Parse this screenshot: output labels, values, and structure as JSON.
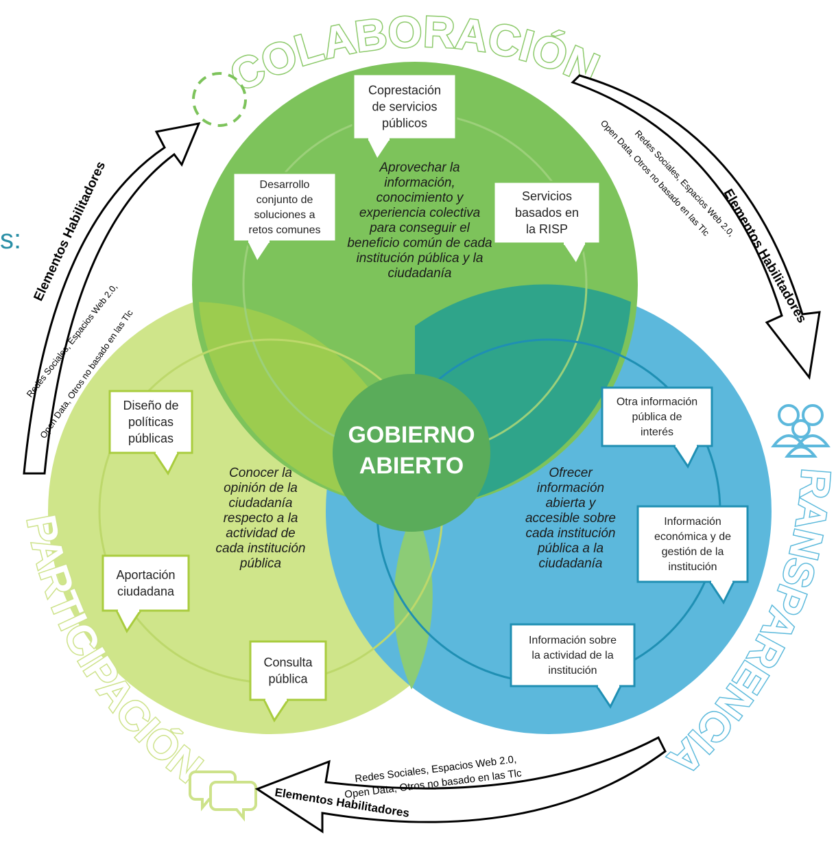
{
  "colors": {
    "green_dark": "#7dc35b",
    "green_light": "#cfe58a",
    "blue": "#5cb8dc",
    "center": "#5aac5a",
    "colaboracion_outline": "#8cc96a",
    "participacion_outline": "#cde28a",
    "transparencia_outline": "#5bb9db",
    "partial_label_color": "#2a8fa6"
  },
  "partial_label": "s:",
  "headers": {
    "colaboracion": "COLABORACIÓN",
    "participacion": "PARTICIPACIÓN",
    "transparencia": "TRANSPARENCIA"
  },
  "icons": {
    "colaboracion": "dashed-circle-icon",
    "participacion": "speech-bubbles-icon",
    "transparencia": "people-group-icon"
  },
  "center": {
    "line1": "GOBIERNO",
    "line2": "ABIERTO"
  },
  "circle_texts": {
    "colaboracion": [
      "Aprovechar la",
      "información,",
      "conocimiento y",
      "experiencia colectiva",
      "para conseguir el",
      "beneficio común de cada",
      "institución pública y la",
      "ciudadanía"
    ],
    "participacion": [
      "Conocer la",
      "opinión de la",
      "ciudadanía",
      "respecto a la",
      "actividad de",
      "cada institución",
      "pública"
    ],
    "transparencia": [
      "Ofrecer",
      "información",
      "abierta y",
      "accesible sobre",
      "cada institución",
      "pública a la",
      "ciudadanía"
    ]
  },
  "bubbles": {
    "copr": [
      "Coprestación",
      "de servicios",
      "públicos"
    ],
    "desa": [
      "Desarrollo",
      "conjunto de",
      "soluciones a",
      "retos comunes"
    ],
    "serv": [
      "Servicios",
      "basados en",
      "la RISP"
    ],
    "dise": [
      "Diseño de",
      "políticas",
      "públicas"
    ],
    "apor": [
      "Aportación",
      "ciudadana"
    ],
    "cons": [
      "Consulta",
      "pública"
    ],
    "otra": [
      "Otra información",
      "pública de",
      "interés"
    ],
    "econ": [
      "Información",
      "económica y de",
      "gestión de la",
      "institución"
    ],
    "acti": [
      "Información sobre",
      "la actividad de la",
      "institución"
    ]
  },
  "arrows": {
    "left": {
      "title": "Elementos Habilitadores",
      "line1": "Redes Sociales, Espacios Web 2.0,",
      "line2": "Open Data, Otros no basado en las Tlc"
    },
    "right": {
      "title": "Elementos Habilitadores",
      "line1": "Redes Sociales, Espacios Web 2.0,",
      "line2": "Open Data, Otros no basado en las Tlc"
    },
    "bottom": {
      "title": "Elementos Habilitadores",
      "line1": "Redes Sociales, Espacios Web 2.0,",
      "line2": "Open Data, Otros no basado en las Tlc"
    }
  }
}
